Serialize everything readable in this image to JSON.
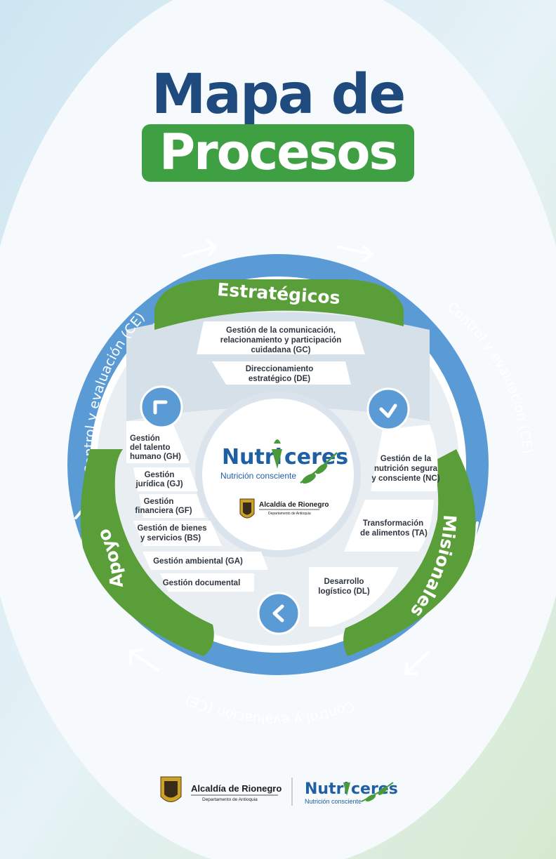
{
  "title": {
    "line1": "Mapa de",
    "line2": "Procesos"
  },
  "ring": {
    "label": "Control y evaluación (CE)"
  },
  "groups": {
    "estrategicos": "Estratégicos",
    "misionales": "Misionales",
    "apoyo": "Apoyo"
  },
  "estrategicos_items": [
    [
      "Gestión de la comunicación,",
      "relacionamiento y participación",
      "cuidadana (GC)"
    ],
    [
      "Direccionamiento",
      "estratégico (DE)"
    ]
  ],
  "misionales_items": [
    [
      "Gestión de la",
      "nutrición segura",
      "y consciente (NC)"
    ],
    [
      "Transformación",
      "de alimentos  (TA)"
    ],
    [
      "Desarrollo",
      "logístico (DL)"
    ]
  ],
  "apoyo_items": [
    [
      "Gestión",
      "del talento",
      "humano (GH)"
    ],
    [
      "Gestión",
      "jurídica (GJ)"
    ],
    [
      "Gestión",
      "financiera (GF)"
    ],
    [
      "Gestión de bienes",
      "y servicios (BS)"
    ],
    [
      "Gestión ambiental (GA)"
    ],
    [
      "Gestión documental"
    ]
  ],
  "center": {
    "brand_a": "Nutri",
    "brand_b": "ceres",
    "tagline": "Nutrición consciente",
    "alcaldia": "Alcaldía de Rionegro",
    "departamento": "Departamento de Antioquia"
  },
  "footer": {
    "alcaldia": "Alcaldía de Rionegro",
    "departamento": "Departamento de Antioquia",
    "brand_a": "Nutri",
    "brand_b": "ceres",
    "tagline": "Nutrición consciente"
  },
  "colors": {
    "ring_blue": "#5b9bd5",
    "green": "#5a9e3a",
    "title_navy": "#1f4a7d",
    "title_green": "#3ea043",
    "brand_blue": "#1f5fa3",
    "brand_green": "#4a9a3a"
  },
  "icons": [
    "chevron-icon",
    "arrow-icon",
    "coat-of-arms-icon",
    "leaf-icon"
  ]
}
